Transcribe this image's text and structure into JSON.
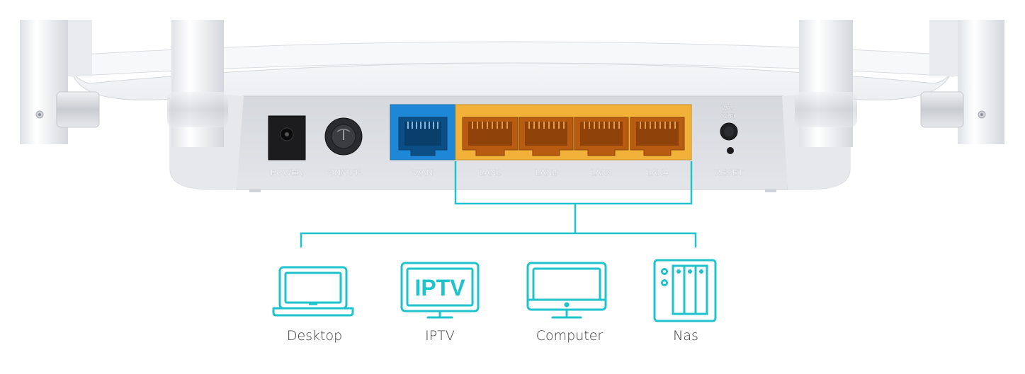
{
  "router": {
    "ports": {
      "power": "POWER",
      "on_off": "ON/OFF",
      "wan": "WAN",
      "lan": [
        "LAN1",
        "LAN2",
        "LAN3",
        "LAN4"
      ],
      "wps_top": "WPS",
      "wps_bottom": "Wi-Fi",
      "reset": "RESET"
    }
  },
  "devices": [
    {
      "label": "Desktop",
      "icon": "laptop-icon"
    },
    {
      "label": "IPTV",
      "icon": "iptv-icon",
      "screen_text": "IPTV"
    },
    {
      "label": "Computer",
      "icon": "monitor-icon"
    },
    {
      "label": "Nas",
      "icon": "nas-icon"
    }
  ],
  "colors": {
    "wan_port": "#1e88d6",
    "lan_ports": "#f2b23a",
    "connector_lines": "#1ec3cc",
    "router_body": "#e9ecef"
  }
}
